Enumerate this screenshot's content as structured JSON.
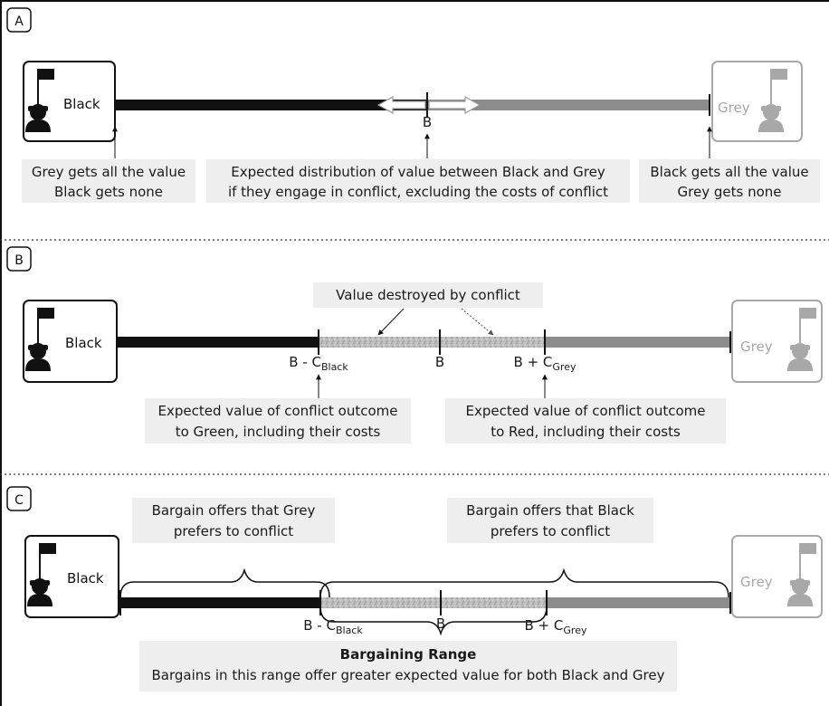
{
  "panels": {
    "a": {
      "letter": "A",
      "left_name": "Black",
      "right_name": "Grey",
      "b_mark": "B",
      "note_left_1": "Grey gets all the value",
      "note_left_2": "Black gets none",
      "note_mid_1": "Expected distribution of value between Black and Grey",
      "note_mid_2": "if they engage in conflict, excluding the costs of conflict",
      "note_right_1": "Black gets all the value",
      "note_right_2": "Grey gets none"
    },
    "b": {
      "letter": "B",
      "left_name": "Black",
      "right_name": "Grey",
      "destroyed_label": "Value destroyed by conflict",
      "tick_left_main": "B - C",
      "tick_left_sub": "Black",
      "tick_mid": "B",
      "tick_right_main": "B + C",
      "tick_right_sub": "Grey",
      "note_left_1": "Expected value of conflict outcome",
      "note_left_2": "to Green, including their costs",
      "note_right_1": "Expected value of conflict outcome",
      "note_right_2": "to Red, including their costs"
    },
    "c": {
      "letter": "C",
      "left_name": "Black",
      "right_name": "Grey",
      "top_left_1": "Bargain offers that Grey",
      "top_left_2": "prefers to conflict",
      "top_right_1": "Bargain offers that Black",
      "top_right_2": "prefers to conflict",
      "tick_left_main": "B - C",
      "tick_left_sub": "Black",
      "tick_mid": "B",
      "tick_right_main": "B + C",
      "tick_right_sub": "Grey",
      "range_title": "Bargaining Range",
      "range_desc": "Bargains in this range offer greater expected value for both Black and Grey"
    }
  },
  "icons": {
    "black_figure": "soldier-with-flag-icon",
    "grey_figure": "soldier-with-flag-icon"
  },
  "colors": {
    "black": "#111111",
    "grey": "#8c8c8c",
    "grey_light": "#a8a8a8",
    "note_bg": "#eeeeee"
  }
}
